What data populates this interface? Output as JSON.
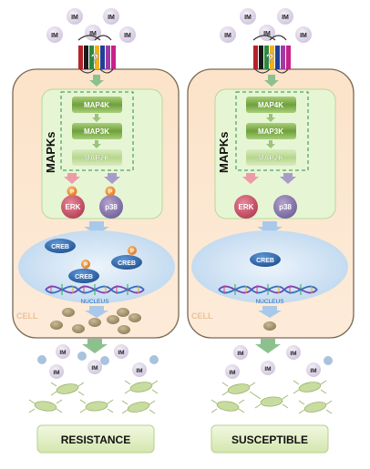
{
  "ligand_label": "IM",
  "receptor_symbol": "?",
  "mapk_group_label": "MAPKs",
  "kinases": [
    "MAP4K",
    "MAP3K",
    "MAP2K"
  ],
  "effectors": {
    "erk": "ERK",
    "p38": "p38"
  },
  "phospho_label": "P",
  "creb_label": "CREB",
  "nucleus_label": "NUCLEUS",
  "cell_label": "CELL",
  "phenotypes": {
    "left": "RESISTANCE",
    "right": "SUSCEPTIBLE"
  },
  "colors": {
    "cell_fill": "#fde9d4",
    "cell_stroke": "#7a6a56",
    "mapk_panel": "#e6f6d5",
    "kinase_dark": "#6f9f3c",
    "kinase_light": "#c8e2a4",
    "erk": "#c95066",
    "p38": "#8a78a8",
    "phospho": "#f08a2c",
    "creb": "#2f6bb2",
    "nucleus": "#cfe3f4",
    "ligand": "#ded6e8",
    "arrow_blue": "#a9c9ea",
    "arrow_green": "#8cc18e",
    "phenotype_box": "#e8f2cf"
  }
}
